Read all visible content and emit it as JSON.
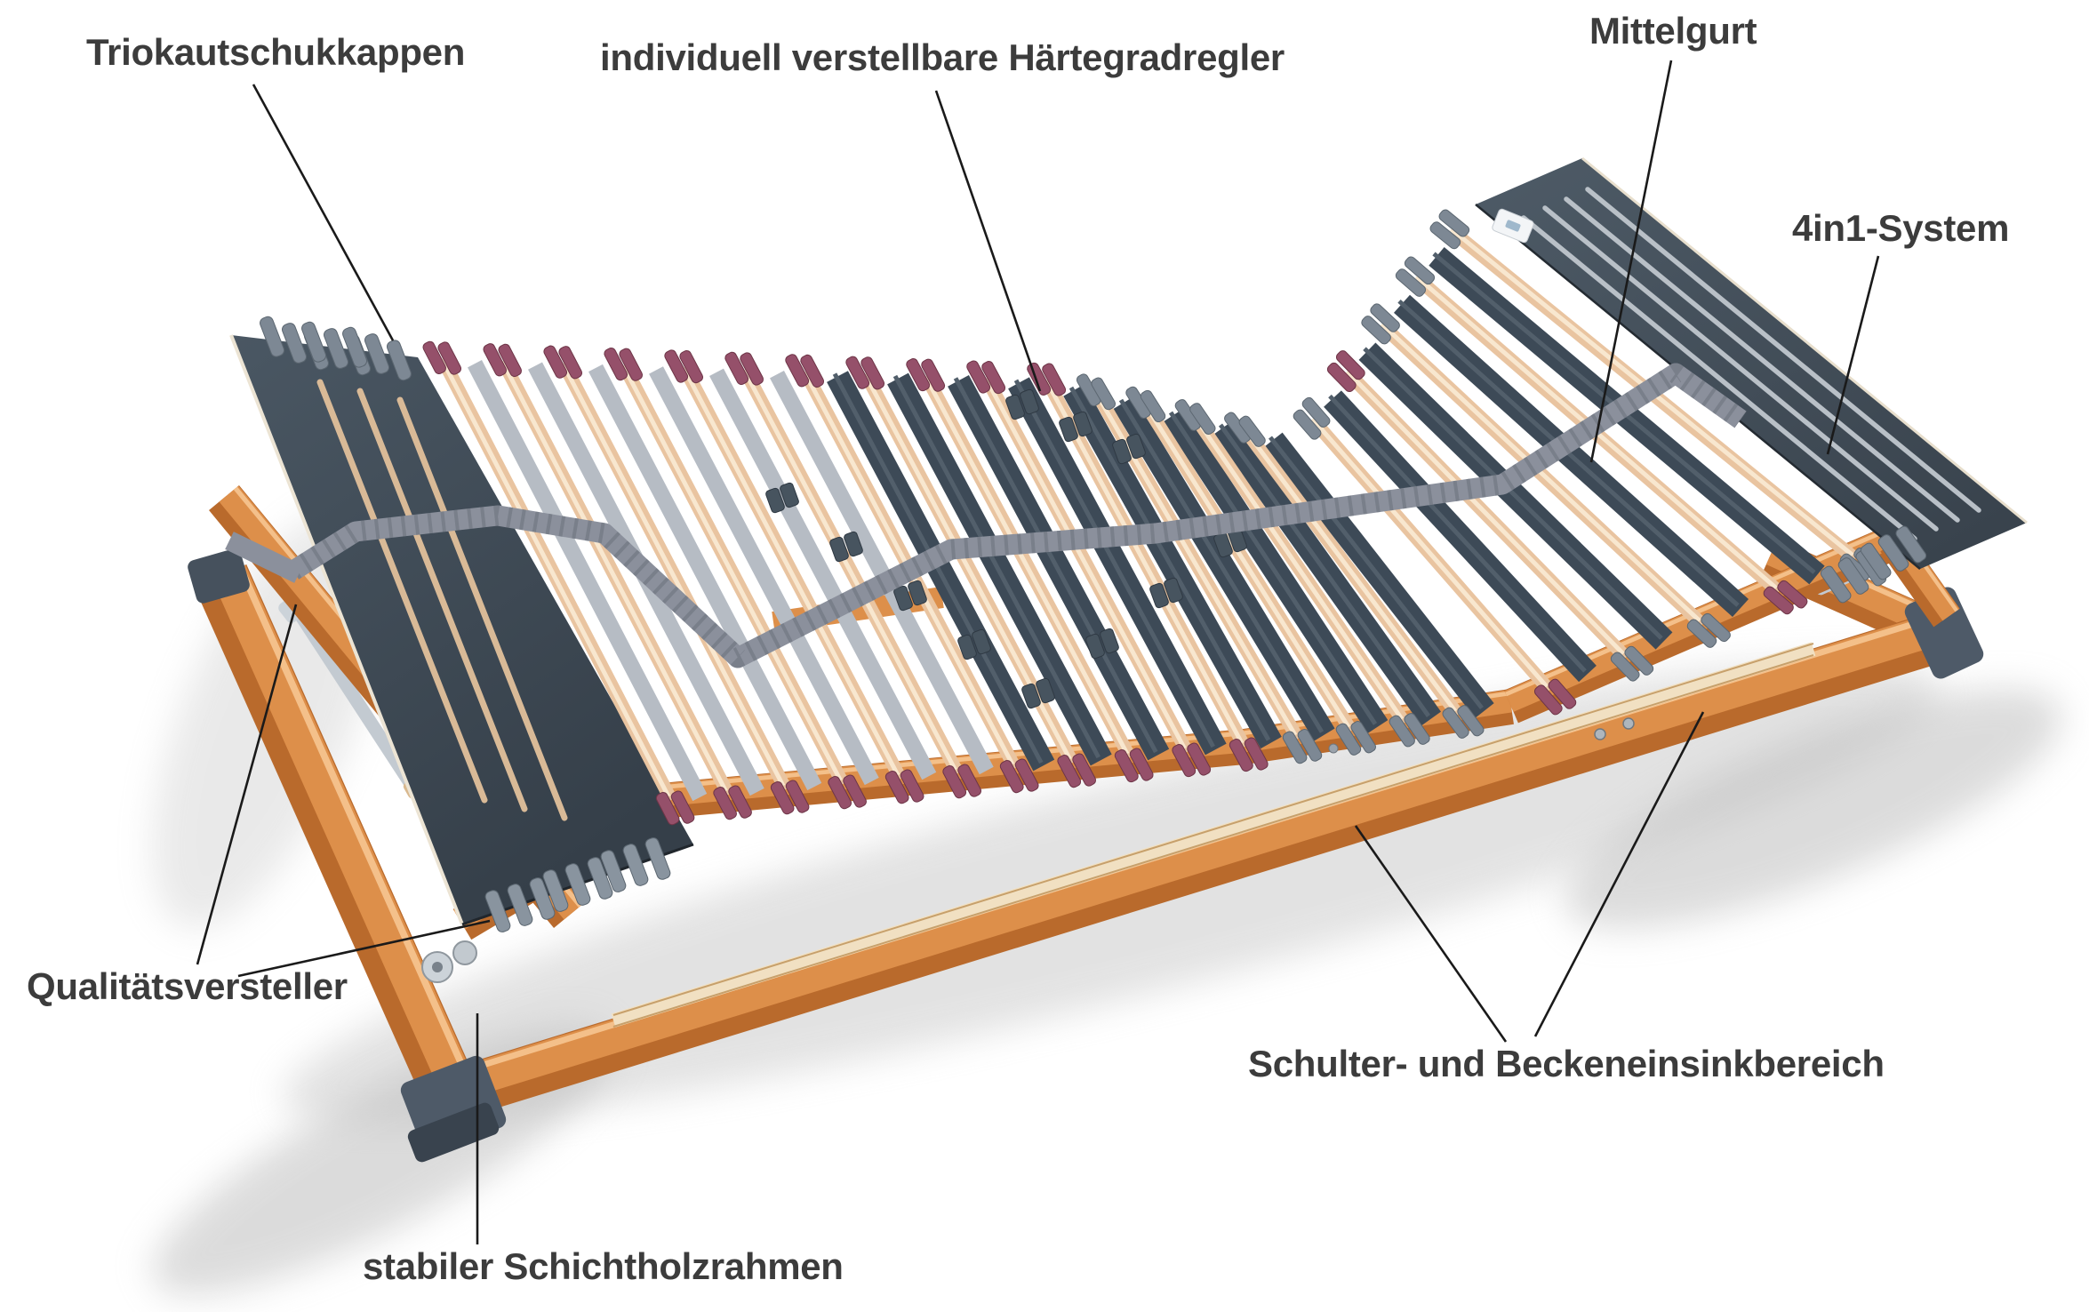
{
  "page": {
    "background": "#ffffff",
    "kind": "annotated product diagram",
    "subject": "adjustable slatted bed frame (Lattenrost) with labeled parts"
  },
  "colors": {
    "label_text": "#3c3c3c",
    "leader_line": "#1a1a1a",
    "frame_wood": "#dd8f4a",
    "frame_wood_dark": "#b96a2c",
    "frame_wood_highlight": "#f4c08a",
    "slat_wood": "#e9c4a0",
    "slat_wood_highlight": "#f8e7cf",
    "light_gray_slat": "#b6bcc4",
    "dark_slat": "#3d4a57",
    "panel_dark_top": "#4a5763",
    "panel_dark_bottom": "#353f49",
    "cap_burgundy": "#95506a",
    "cap_burgundy_deep": "#6e3547",
    "cap_gray": "#7d8894",
    "cap_gray_deep": "#5c6771",
    "slider_dark": "#47545f",
    "strap_gray": "#8b909c",
    "corner_cap": "#4e5a68",
    "metal_silver": "#c3cad1",
    "laminate_light": "#f1e0c2",
    "shadow": "#b9b9b9"
  },
  "annotations": {
    "triokautschukkappen": {
      "label": "Triokautschukkappen"
    },
    "haertegradregler": {
      "label": "individuell verstellbare Härtegradregler"
    },
    "mittelgurt": {
      "label": "Mittelgurt"
    },
    "system_4in1": {
      "label": "4in1-System"
    },
    "qualitaetsversteller": {
      "label": "Qualitätsversteller"
    },
    "einsinkbereich": {
      "label": "Schulter- und Beckeneinsinkbereich"
    },
    "schichtholzrahmen": {
      "label": "stabiler Schichtholzrahmen"
    }
  }
}
